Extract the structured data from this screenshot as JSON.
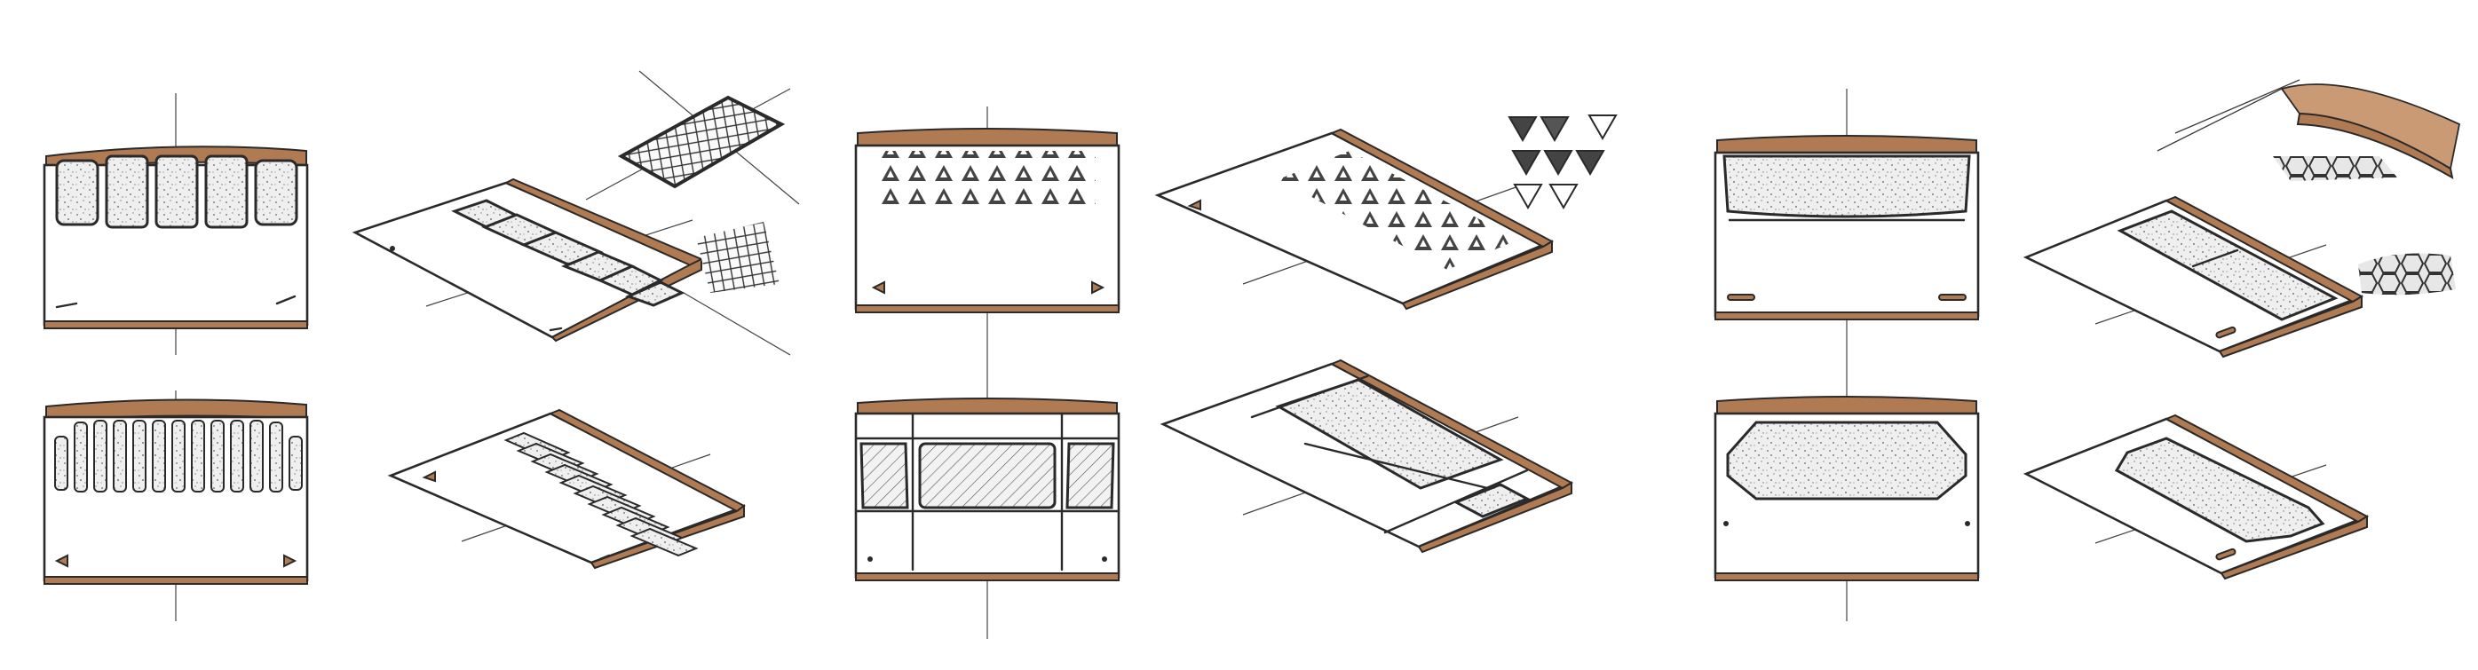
{
  "sheet": {
    "background": "#ffffff",
    "ink": "#2a2a2a",
    "wood_accent": "#b07a52",
    "wood_highlight": "#c99a74",
    "grille_fill": "#eeeeee",
    "concepts": [
      {
        "id": "concept-1",
        "front_variant_a": "five-panel-grille",
        "perspective_variant_a": "stepped-panels",
        "front_variant_b": "vertical-slots",
        "perspective_variant_b": "diagonal-slots",
        "detail_insets": [
          "mesh-panel-detail",
          "crosshatch-mesh-detail"
        ]
      },
      {
        "id": "concept-2",
        "front_variant_a": "triangle-perforation",
        "perspective_variant_a": "triangle-perforation",
        "front_variant_b": "framed-grid-panels",
        "perspective_variant_b": "framed-grid-panels",
        "detail_insets": [
          "triangle-cluster-detail"
        ]
      },
      {
        "id": "concept-3",
        "front_variant_a": "single-wide-grille",
        "perspective_variant_a": "single-wide-grille",
        "front_variant_b": "octagonal-grille",
        "perspective_variant_b": "octagonal-grille",
        "detail_insets": [
          "edge-profile-detail",
          "hex-mesh-detail"
        ]
      }
    ]
  }
}
